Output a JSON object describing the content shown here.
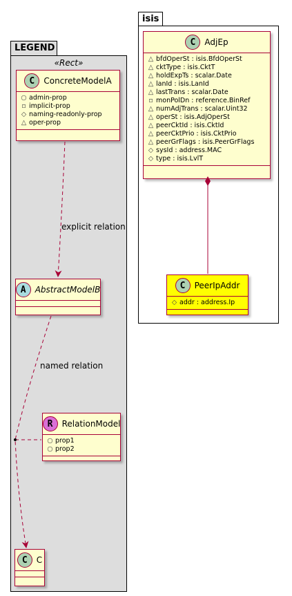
{
  "packages": {
    "isis": {
      "label": "isis"
    },
    "legend": {
      "label": "LEGEND",
      "stereotype": "«Rect»"
    }
  },
  "classes": {
    "adjep": {
      "name": "AdjEp",
      "kind": "C",
      "attributes": [
        {
          "vis": "△",
          "text": "bfdOperSt : isis.BfdOperSt"
        },
        {
          "vis": "△",
          "text": "cktType : isis.CktT"
        },
        {
          "vis": "△",
          "text": "holdExpTs : scalar.Date"
        },
        {
          "vis": "△",
          "text": "lanId : isis.LanId"
        },
        {
          "vis": "△",
          "text": "lastTrans : scalar.Date"
        },
        {
          "vis": "▫",
          "text": "monPolDn : reference.BinRef"
        },
        {
          "vis": "△",
          "text": "numAdjTrans : scalar.Uint32"
        },
        {
          "vis": "△",
          "text": "operSt : isis.AdjOperSt"
        },
        {
          "vis": "△",
          "text": "peerCktId : isis.CktId"
        },
        {
          "vis": "△",
          "text": "peerCktPrio : isis.CktPrio"
        },
        {
          "vis": "△",
          "text": "peerGrFlags : isis.PeerGrFlags"
        },
        {
          "vis": "◇",
          "text": "sysId : address.MAC"
        },
        {
          "vis": "◇",
          "text": "type : isis.LvlT"
        }
      ]
    },
    "peeripaddr": {
      "name": "PeerIpAddr",
      "kind": "C",
      "color": "#FFFF00",
      "attributes": [
        {
          "vis": "◇",
          "text": "addr : address.Ip"
        }
      ]
    },
    "concretemodela": {
      "name": "ConcreteModelA",
      "kind": "C",
      "attributes": [
        {
          "vis": "○",
          "text": "admin-prop"
        },
        {
          "vis": "▫",
          "text": "implicit-prop"
        },
        {
          "vis": "◇",
          "text": "naming-readonly-prop"
        },
        {
          "vis": "△",
          "text": "oper-prop"
        }
      ]
    },
    "abstractmodelb": {
      "name": "AbstractModelB",
      "kind": "A"
    },
    "relationmodel": {
      "name": "RelationModel",
      "kind": "R",
      "attributes": [
        {
          "vis": "○",
          "text": "prop1"
        },
        {
          "vis": "○",
          "text": "prop2"
        }
      ]
    },
    "c": {
      "name": "C",
      "kind": "C"
    }
  },
  "relations": {
    "explicit": "explicit relation",
    "named": "named relation"
  },
  "colors": {
    "class_bg": "#FEFECE",
    "class_border": "#A80036",
    "circle_c": "#ADD1B2",
    "circle_a": "#A9DCDF",
    "circle_r": "#DA70D6",
    "legend_bg": "#DDDDDD",
    "highlight": "#FFFF00"
  }
}
